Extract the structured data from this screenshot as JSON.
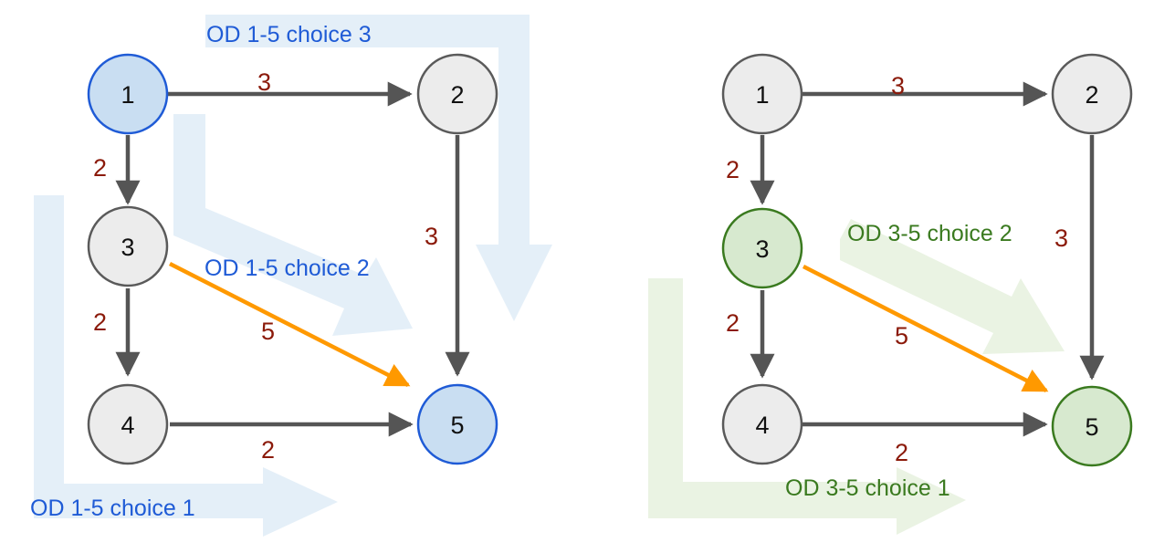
{
  "colors": {
    "node_default_fill": "#ececec",
    "node_default_stroke": "#5a5a5a",
    "od_a_fill": "#c9def2",
    "od_a_stroke": "#1f5bd6",
    "od_a_route": "#dbe9f6",
    "od_a_text": "#1f5bd6",
    "od_b_fill": "#d7e9cf",
    "od_b_stroke": "#3a7a1f",
    "od_b_route": "#e6f1de",
    "od_b_text": "#3a7a1f",
    "edge": "#555555",
    "highlight_edge": "#ff9900",
    "weight_text": "#8b1a0a"
  },
  "panels": [
    {
      "id": "left",
      "nodes": [
        {
          "id": "1",
          "label": "1"
        },
        {
          "id": "2",
          "label": "2"
        },
        {
          "id": "3",
          "label": "3"
        },
        {
          "id": "4",
          "label": "4"
        },
        {
          "id": "5",
          "label": "5"
        }
      ],
      "highlighted_nodes": [
        "1",
        "5"
      ],
      "edges": [
        {
          "from": "1",
          "to": "2",
          "weight": "3"
        },
        {
          "from": "1",
          "to": "3",
          "weight": "2"
        },
        {
          "from": "2",
          "to": "5",
          "weight": "3"
        },
        {
          "from": "3",
          "to": "4",
          "weight": "2"
        },
        {
          "from": "3",
          "to": "5",
          "weight": "5",
          "highlight": true
        },
        {
          "from": "4",
          "to": "5",
          "weight": "2"
        }
      ],
      "route_labels": {
        "choice_1": "OD 1-5 choice 1",
        "choice_2": "OD 1-5 choice 2",
        "choice_3": "OD 1-5 choice 3"
      }
    },
    {
      "id": "right",
      "nodes": [
        {
          "id": "1",
          "label": "1"
        },
        {
          "id": "2",
          "label": "2"
        },
        {
          "id": "3",
          "label": "3"
        },
        {
          "id": "4",
          "label": "4"
        },
        {
          "id": "5",
          "label": "5"
        }
      ],
      "highlighted_nodes": [
        "3",
        "5"
      ],
      "edges": [
        {
          "from": "1",
          "to": "2",
          "weight": "3"
        },
        {
          "from": "1",
          "to": "3",
          "weight": "2"
        },
        {
          "from": "2",
          "to": "5",
          "weight": "3"
        },
        {
          "from": "3",
          "to": "4",
          "weight": "2"
        },
        {
          "from": "3",
          "to": "5",
          "weight": "5",
          "highlight": true
        },
        {
          "from": "4",
          "to": "5",
          "weight": "2"
        }
      ],
      "route_labels": {
        "choice_1": "OD 3-5 choice 1",
        "choice_2": "OD 3-5 choice 2"
      }
    }
  ]
}
